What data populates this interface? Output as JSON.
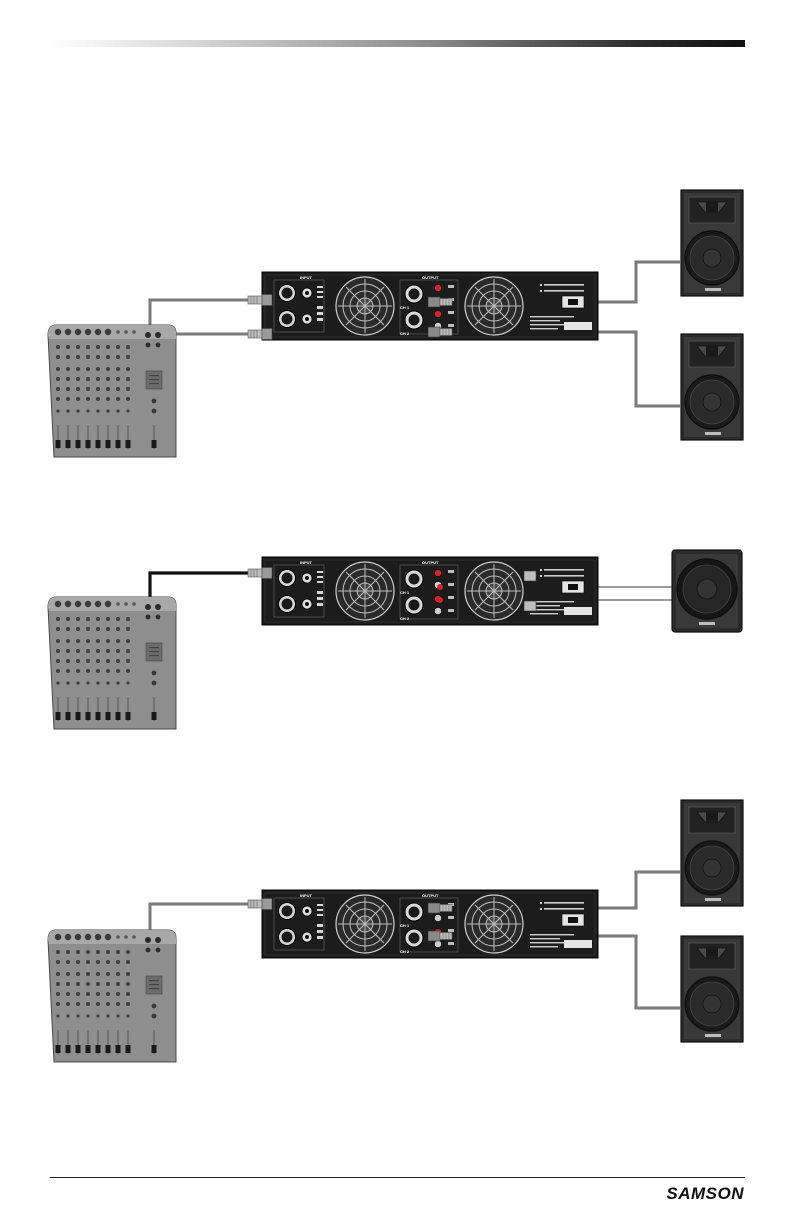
{
  "page": {
    "brand_logo": "SAMSON",
    "colors": {
      "header_gradient_end": "#111111",
      "amp_body": "#1c1c1c",
      "mixer_body": "#8e8e8e",
      "speaker_body": "#2b2b2b",
      "cable_gray": "#7a7a7a",
      "cable_black": "#111111",
      "binding_post_red": "#d2232a"
    }
  },
  "amplifier": {
    "input_label": "INPUT",
    "output_label": "OUTPUT",
    "ch1": "CH 1",
    "ch2": "CH 2"
  },
  "diagrams": [
    {
      "id": "stereo",
      "speaker_type": "full-range cabinet",
      "speaker_count": 2,
      "input_connections": 2,
      "input_cable": "gray"
    },
    {
      "id": "bridge",
      "speaker_type": "subwoofer cabinet",
      "speaker_count": 1,
      "input_connections": 1,
      "input_cable": "black"
    },
    {
      "id": "parallel",
      "speaker_type": "full-range cabinet",
      "speaker_count": 2,
      "input_connections": 1,
      "input_cable": "gray"
    }
  ]
}
